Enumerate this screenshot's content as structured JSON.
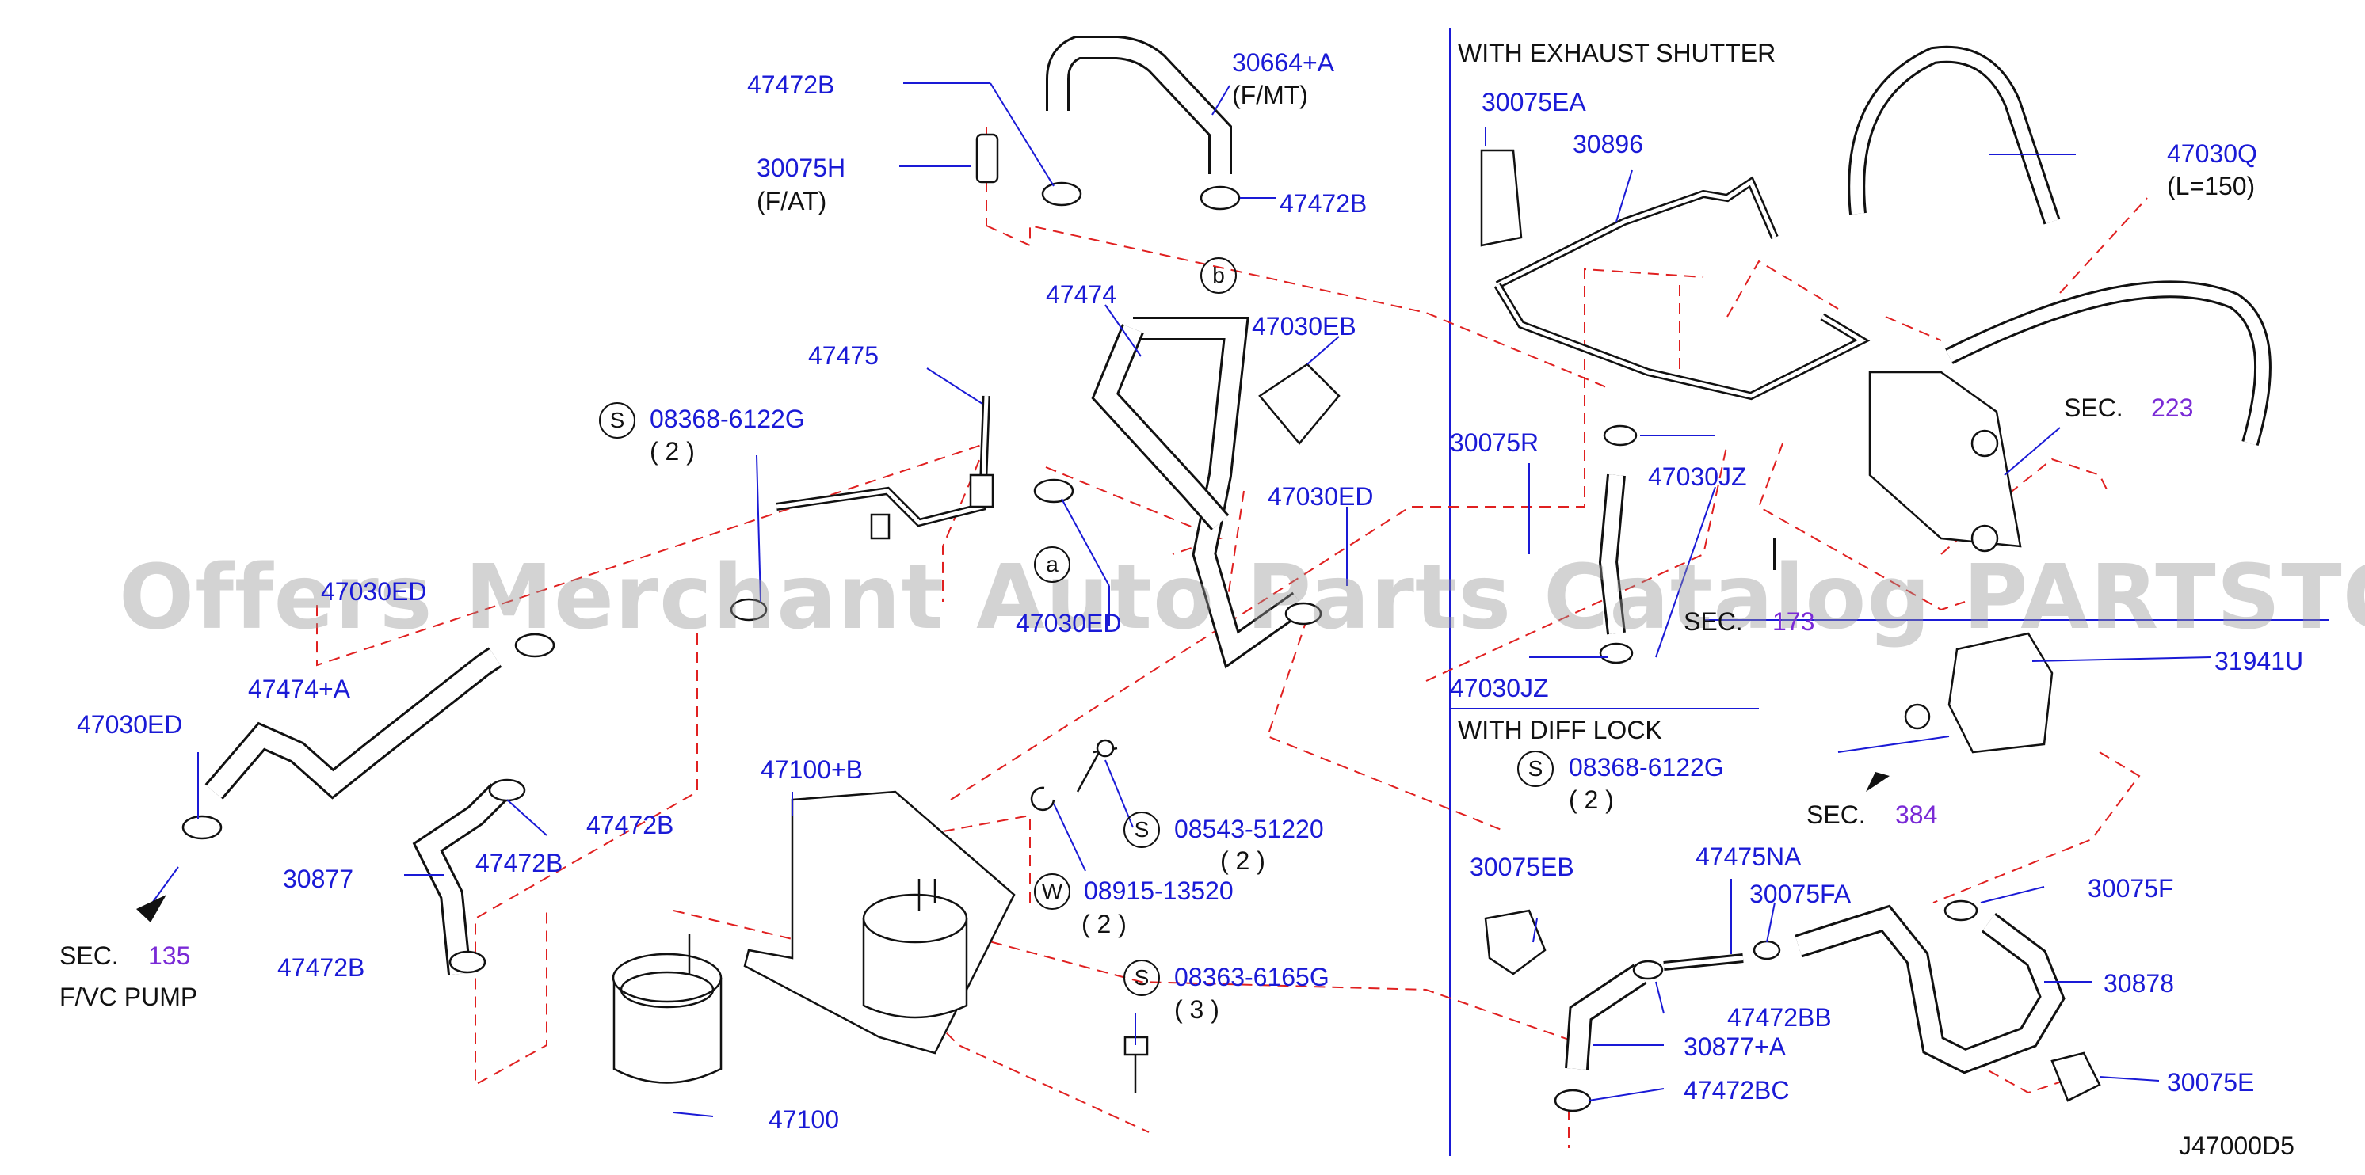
{
  "sections": {
    "exhaust_shutter": "WITH  EXHAUST  SHUTTER",
    "diff_lock": "WITH  DIFF  LOCK"
  },
  "diagram_id": "J47000D5",
  "watermark": "Offers Merchant Auto Parts Catalog PARTSTORE.SA",
  "parts": {
    "p47472B_top": "47472B",
    "p30664A": "30664+A",
    "p_fmt": "(F/MT)",
    "p30075H": "30075H",
    "p_fat": "(F/AT)",
    "p47472B_r": "47472B",
    "p_b": "b",
    "p47474": "47474",
    "p47030EB": "47030EB",
    "p47475": "47475",
    "p08368_a": "08368-6122G",
    "q2_a": "( 2 )",
    "p47030ED_mid": "47030ED",
    "p_a": "a",
    "p47030ED_left_ov": "47030ED",
    "p47030ED_ov": "47030ED",
    "p47474A": "47474+A",
    "p47030ED_left": "47030ED",
    "p47472B_l1": "47472B",
    "p47472B_l2": "47472B",
    "p30877": "30877",
    "p47472B_l3": "47472B",
    "sec135": "SEC.",
    "sec135_num": "135",
    "fvc_pump": "F/VC  PUMP",
    "p47100B": "47100+B",
    "p08543": "08543-51220",
    "q2_b": "( 2 )",
    "p08915": "08915-13520",
    "q2_c": "( 2 )",
    "p08363": "08363-6165G",
    "q3": "( 3 )",
    "p47100": "47100",
    "p30075EA": "30075EA",
    "p30896": "30896",
    "p47030Q": "47030Q",
    "l150": "(L=150)",
    "sec223": "SEC.",
    "sec223_num": "223",
    "p30075R": "30075R",
    "p47030JZ_a": "47030JZ",
    "sec173": "SEC.",
    "sec173_num": "173",
    "p47030JZ_b": "47030JZ",
    "p31941U": "31941U",
    "p08368_b": "08368-6122G",
    "q2_d": "( 2 )",
    "sec384": "SEC.",
    "sec384_num": "384",
    "p30075EB": "30075EB",
    "p47475NA": "47475NA",
    "p30075FA": "30075FA",
    "p30075F": "30075F",
    "p47472BB": "47472BB",
    "p30878": "30878",
    "p30877A": "30877+A",
    "p47472BC": "47472BC",
    "p30075E": "30075E"
  },
  "marks": {
    "S": "S",
    "W": "W"
  },
  "colors": {
    "part_label": "#1a1ad6",
    "section_number": "#7a2ad6",
    "leader_dashed": "#e02020",
    "line_art": "#111111"
  }
}
